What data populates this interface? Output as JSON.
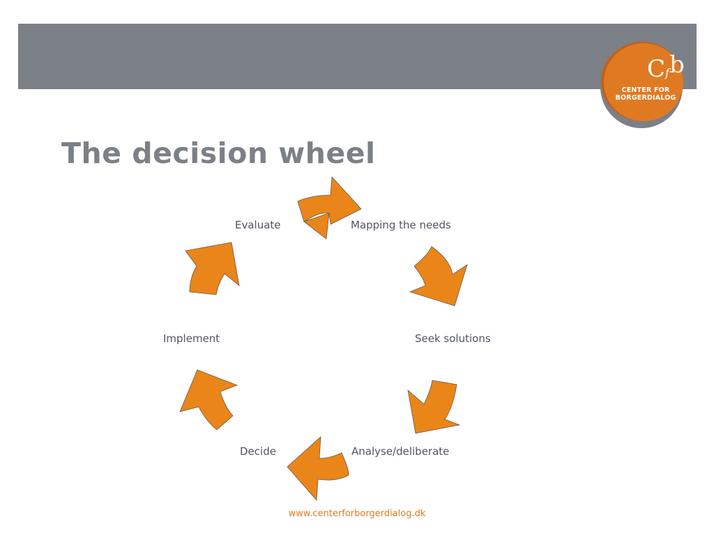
{
  "slide": {
    "title": "The decision wheel",
    "footer_url": "www.centerforborgerdialog.dk"
  },
  "logo": {
    "monogram_c": "C",
    "monogram_f": "f",
    "monogram_b": "b",
    "line1": "CENTER FOR",
    "line2": "BORGERDIALOG"
  },
  "wheel": {
    "steps": [
      "Mapping the needs",
      "Seek solutions",
      "Analyse/deliberate",
      "Decide",
      "Implement",
      "Evaluate"
    ],
    "arrow_count": 6
  },
  "colors": {
    "header_band": "#7c8087",
    "accent_orange": "#ea8519",
    "title_gray": "#7c8087",
    "footer_link": "#e07a22"
  }
}
